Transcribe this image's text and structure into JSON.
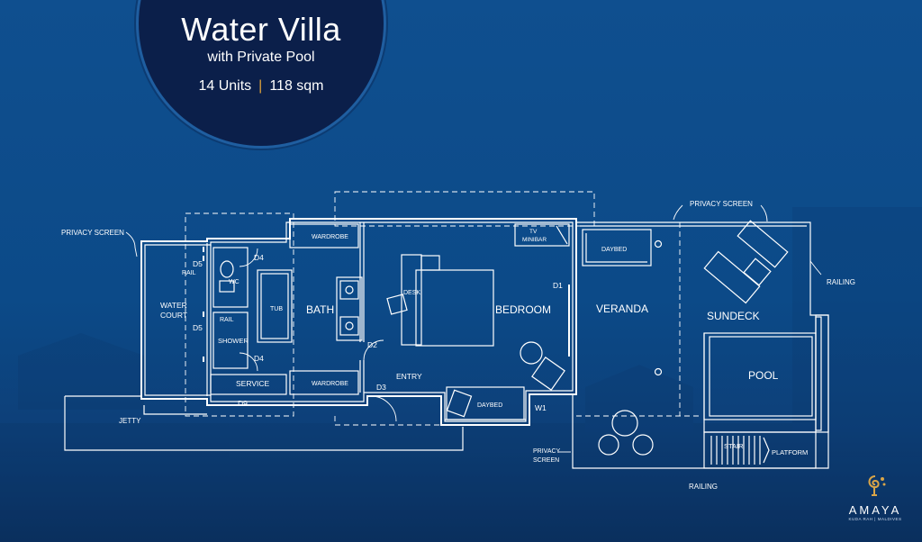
{
  "header": {
    "title": "Water Villa",
    "subtitle": "with Private Pool",
    "units": "14 Units",
    "separator": "|",
    "area": "118 sqm"
  },
  "plan": {
    "labels": {
      "privacy_screen_left": "PRIVACY SCREEN",
      "privacy_screen_top": "PRIVACY SCREEN",
      "privacy_screen_bottom_1": "PRIVACY",
      "privacy_screen_bottom_2": "SCREEN",
      "water_court_1": "WATER",
      "water_court_2": "COURT",
      "rail_top": "RAIL",
      "rail_bottom": "RAIL",
      "wc": "WC",
      "shower": "SHOWER",
      "tub": "TUB",
      "bath": "BATH",
      "wardrobe_top": "WARDROBE",
      "wardrobe_bottom": "WARDROBE",
      "service": "SERVICE",
      "desk": "DESK",
      "bedroom": "BEDROOM",
      "tv": "TV",
      "minibar": "MINIBAR",
      "entry": "ENTRY",
      "daybed_bedroom": "DAYBED",
      "daybed_veranda": "DAYBED",
      "veranda": "VERANDA",
      "sundeck": "SUNDECK",
      "pool": "POOL",
      "stair": "STAIR",
      "platform": "PLATFORM",
      "railing_right": "RAILING",
      "railing_bottom": "RAILING",
      "jetty": "JETTY"
    },
    "door_tags": {
      "d5_top": "D5",
      "d5_bottom": "D5",
      "d4_top": "D4",
      "d4_bottom": "D4",
      "d9": "D9",
      "d3": "D3",
      "d2": "D2",
      "d1": "D1",
      "w1": "W1"
    }
  },
  "logo": {
    "wordmark": "AMAYA",
    "tagline": "KUDA RAH | MALDIVES",
    "color": "#d9a548"
  },
  "colors": {
    "background": "#0d4a88",
    "badge": "#0b1f4a",
    "line": "#ffffff",
    "accent": "#e0a33a"
  }
}
